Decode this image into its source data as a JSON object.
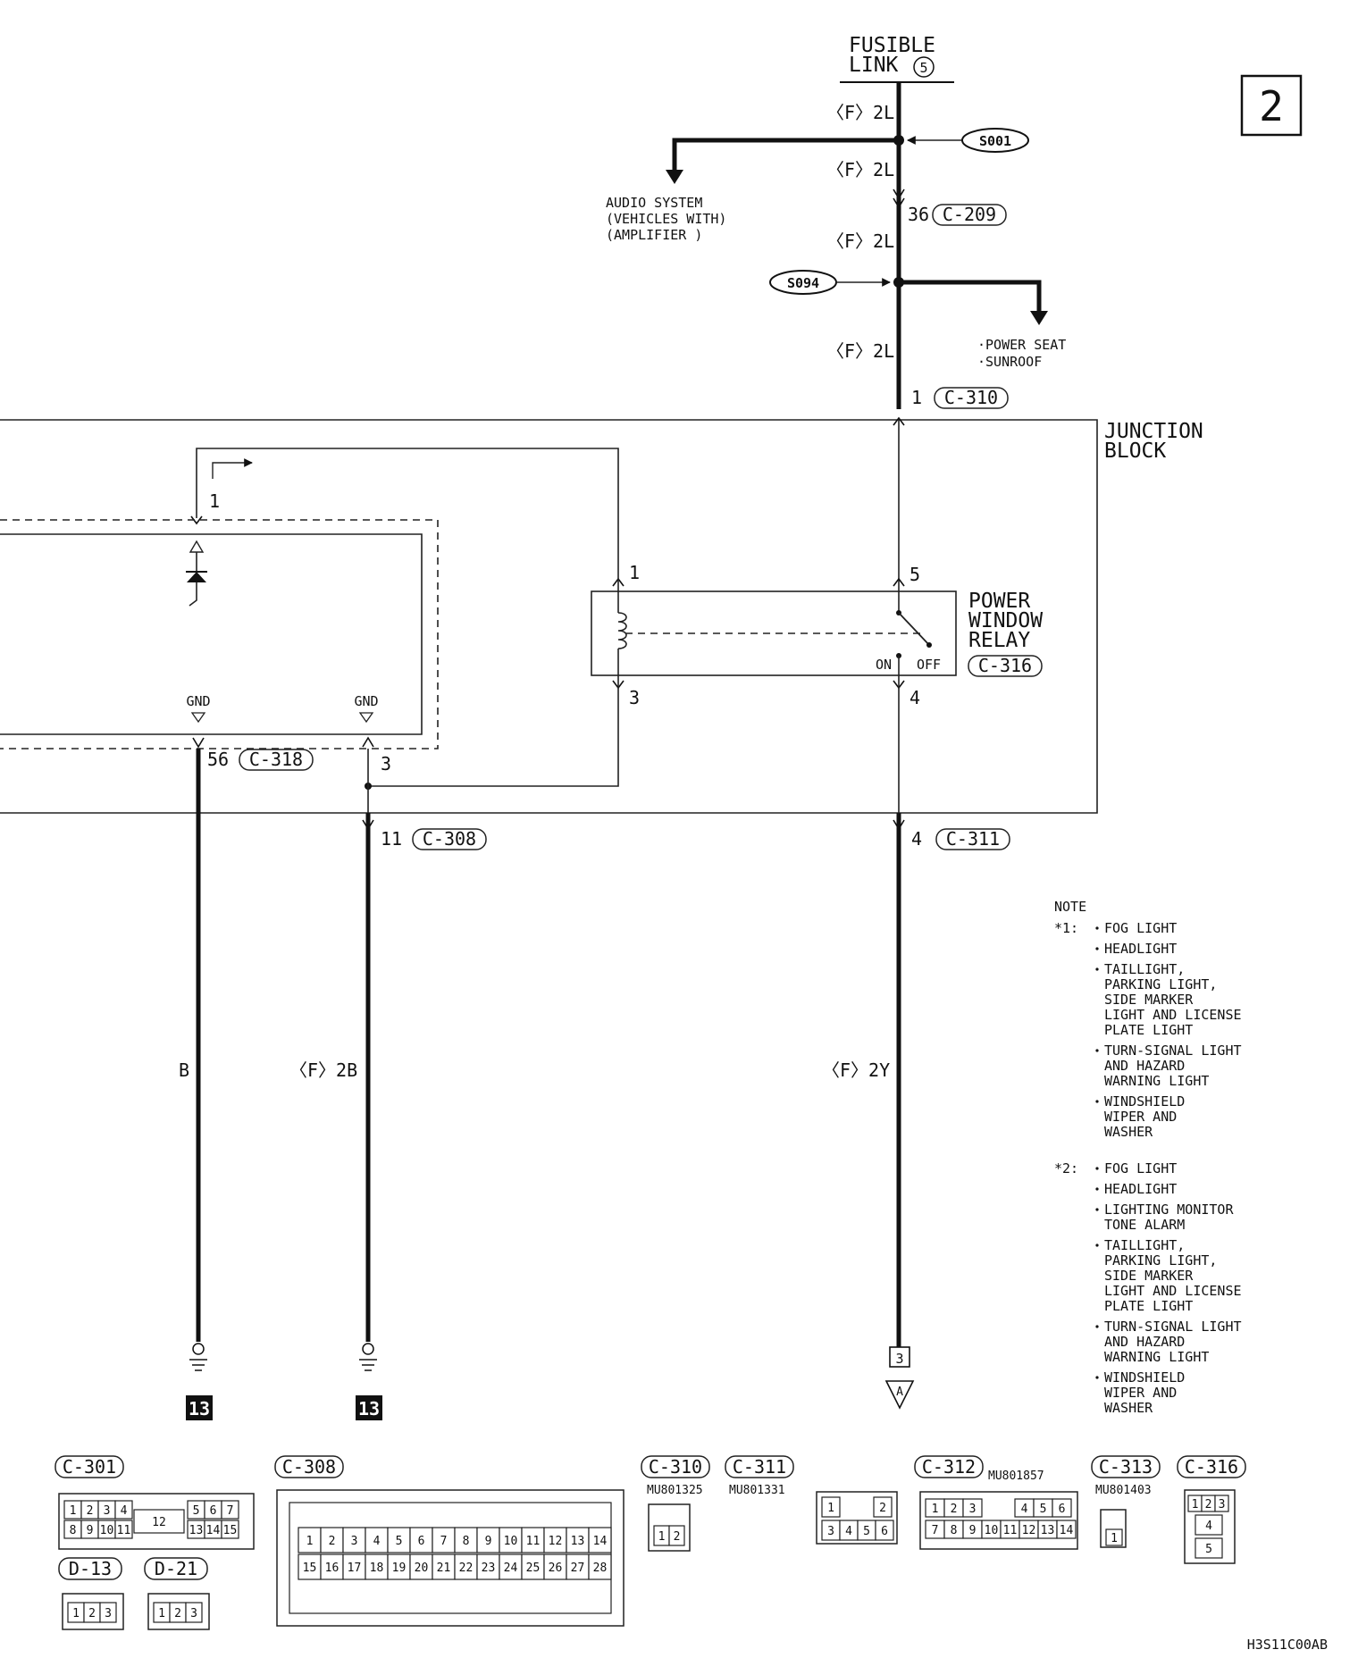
{
  "page_number": "2",
  "diagram_code": "H3S11C00AB",
  "top": {
    "fusible_link_line1": "FUSIBLE",
    "fusible_link_line2": "LINK",
    "fusible_link_number": "5",
    "splice_s001": "S001",
    "splice_s094": "S094",
    "wire_f2l": "〈F〉2L",
    "audio_line1": "AUDIO SYSTEM",
    "audio_line2": "(VEHICLES WITH)",
    "audio_line3": "(AMPLIFIER     )",
    "pin_36": "36",
    "conn_c209": "C-209",
    "power_seat": "·POWER SEAT",
    "sunroof": "·SUNROOF",
    "pin_1": "1",
    "conn_c310": "C-310"
  },
  "junction": {
    "label_line1": "JUNCTION",
    "label_line2": "BLOCK",
    "pin_left_1": "1",
    "gnd": "GND",
    "pin_56": "56",
    "conn_c318": "C-318",
    "pin_3": "3",
    "relay_pin_1": "1",
    "relay_pin_3": "3",
    "relay_pin_5": "5",
    "relay_pin_4": "4",
    "relay_line1": "POWER",
    "relay_line2": "WINDOW",
    "relay_line3": "RELAY",
    "relay_conn": "C-316",
    "on": "ON",
    "off": "OFF"
  },
  "bottom": {
    "pin_11": "11",
    "conn_c308": "C-308",
    "pin_4": "4",
    "conn_c311": "C-311",
    "wire_b": "B",
    "wire_f2b": "〈F〉2B",
    "wire_f2y": "〈F〉2Y",
    "ground_ref": "13",
    "ref_3": "3",
    "ref_a": "A"
  },
  "note": {
    "title": "NOTE",
    "star1": "*1:",
    "star1_items": [
      "FOG LIGHT",
      "HEADLIGHT",
      "TAILLIGHT,",
      "PARKING LIGHT,",
      "SIDE MARKER",
      "LIGHT AND LICENSE",
      "PLATE LIGHT",
      "TURN-SIGNAL LIGHT",
      "AND HAZARD",
      "WARNING LIGHT",
      "WINDSHIELD",
      "WIPER AND",
      "WASHER"
    ],
    "star2": "*2:",
    "star2_items": [
      "FOG LIGHT",
      "HEADLIGHT",
      "LIGHTING MONITOR",
      "TONE ALARM",
      "TAILLIGHT,",
      "PARKING LIGHT,",
      "SIDE MARKER",
      "LIGHT AND LICENSE",
      "PLATE LIGHT",
      "TURN-SIGNAL LIGHT",
      "AND HAZARD",
      "WARNING LIGHT",
      "WINDSHIELD",
      "WIPER AND",
      "WASHER"
    ]
  },
  "connectors": {
    "c301": "C-301",
    "c301_top": [
      "1",
      "2",
      "3",
      "4",
      "5",
      "6",
      "7"
    ],
    "c301_bottom": [
      "8",
      "9",
      "10",
      "11",
      "13",
      "14",
      "15"
    ],
    "c301_mid": "12",
    "c308": "C-308",
    "c308_top": [
      "1",
      "2",
      "3",
      "4",
      "5",
      "6",
      "7",
      "8",
      "9",
      "10",
      "11",
      "12",
      "13",
      "14"
    ],
    "c308_bottom": [
      "15",
      "16",
      "17",
      "18",
      "19",
      "20",
      "21",
      "22",
      "23",
      "24",
      "25",
      "26",
      "27",
      "28"
    ],
    "c310": "C-310",
    "c310_part": "MU801325",
    "c310_pins": [
      "1",
      "2"
    ],
    "c311": "C-311",
    "c311_part": "MU801331",
    "c311_top": [
      "1",
      "2"
    ],
    "c311_bottom": [
      "3",
      "4",
      "5",
      "6"
    ],
    "c312": "C-312",
    "c312_part": "MU801857",
    "c312_top": [
      "1",
      "2",
      "3",
      "4",
      "5",
      "6"
    ],
    "c312_bottom": [
      "7",
      "8",
      "9",
      "10",
      "11",
      "12",
      "13",
      "14"
    ],
    "c313": "C-313",
    "c313_part": "MU801403",
    "c313_pin": "1",
    "c316": "C-316",
    "c316_top": [
      "1",
      "2",
      "3"
    ],
    "c316_mid": "4",
    "c316_bottom": "5",
    "d13": "D-13",
    "d21": "D-21",
    "d_pins": [
      "1",
      "2",
      "3"
    ]
  }
}
